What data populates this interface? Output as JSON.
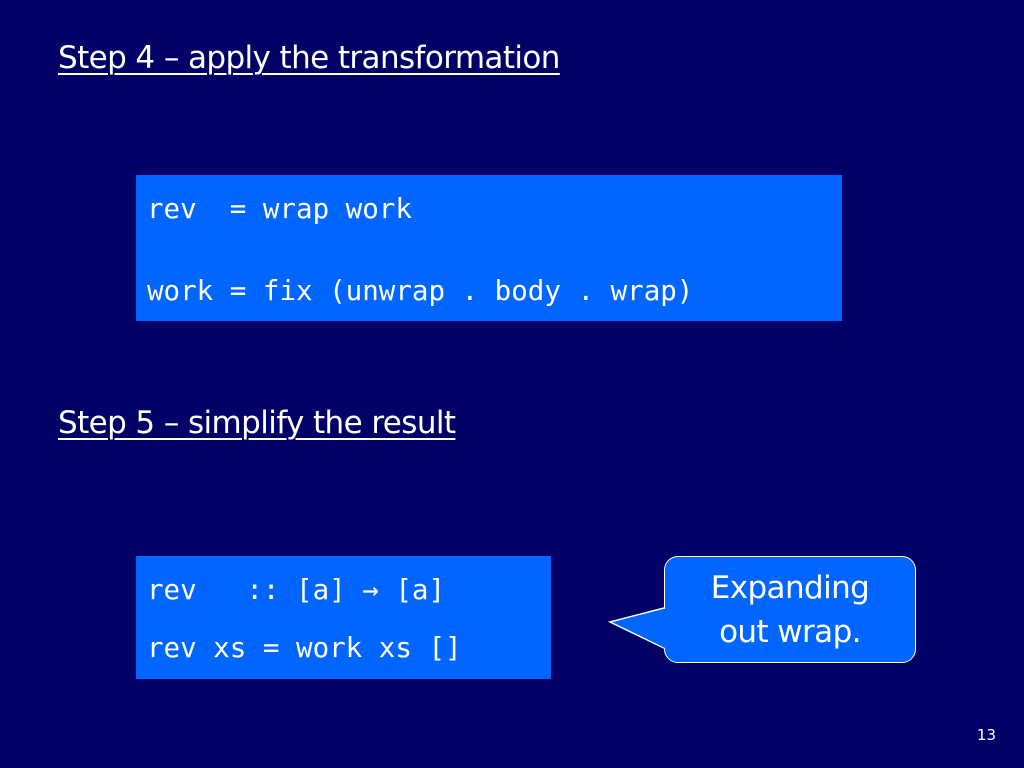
{
  "slide": {
    "step4_heading": "Step 4 – apply the transformation",
    "step4_code": [
      "rev  = wrap work",
      "work = fix (unwrap . body . wrap)"
    ],
    "step5_heading": "Step 5 – simplify the result",
    "step5_code": [
      "rev   :: [a] → [a]",
      "rev xs = work xs []"
    ],
    "callout_lines": [
      "Expanding",
      "out wrap."
    ],
    "page_number": "13"
  },
  "colors": {
    "background": "#000066",
    "code_box": "#0066ff",
    "text": "#ffffff"
  }
}
